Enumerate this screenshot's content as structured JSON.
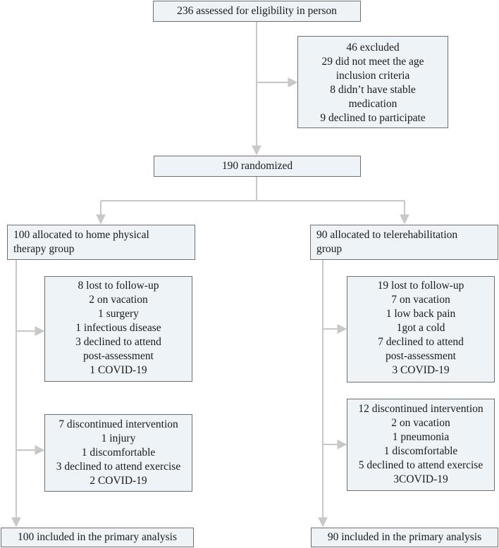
{
  "assessed": "236 assessed for eligibility in person",
  "excluded": [
    "46 excluded",
    "29 did not meet the age",
    "inclusion criteria",
    "8 didn’t have stable",
    "medication",
    "9 declined to participate"
  ],
  "randomized": "190 randomized",
  "left_arm": {
    "allocated": [
      "100 allocated to home physical",
      "therapy group"
    ],
    "lost": [
      "8 lost to follow-up",
      "2 on vacation",
      "1 surgery",
      "1 infectious disease",
      "3 declined to attend",
      "post-assessment",
      "1 COVID-19"
    ],
    "discontinued": [
      "7 discontinued intervention",
      "1 injury",
      "1 discomfortable",
      "3 declined to attend exercise",
      "2 COVID-19"
    ],
    "analysis": "100 included in the primary analysis"
  },
  "right_arm": {
    "allocated": [
      "90 allocated to telerehabilitation",
      "group"
    ],
    "lost": [
      "19 lost to follow-up",
      "7 on vacation",
      "1 low back pain",
      "1got a cold",
      "7 declined to attend",
      "post-assessment",
      "3 COVID-19"
    ],
    "discontinued": [
      "12 discontinued intervention",
      "2 on vacation",
      "1 pneumonia",
      "1 discomfortable",
      "5 declined to attend exercise",
      "3COVID-19"
    ],
    "analysis": "90 included in the primary analysis"
  },
  "colors": {
    "box_fill": "#eef3f7",
    "box_border": "#6f6f6f",
    "connector": "#c8c8c8"
  }
}
